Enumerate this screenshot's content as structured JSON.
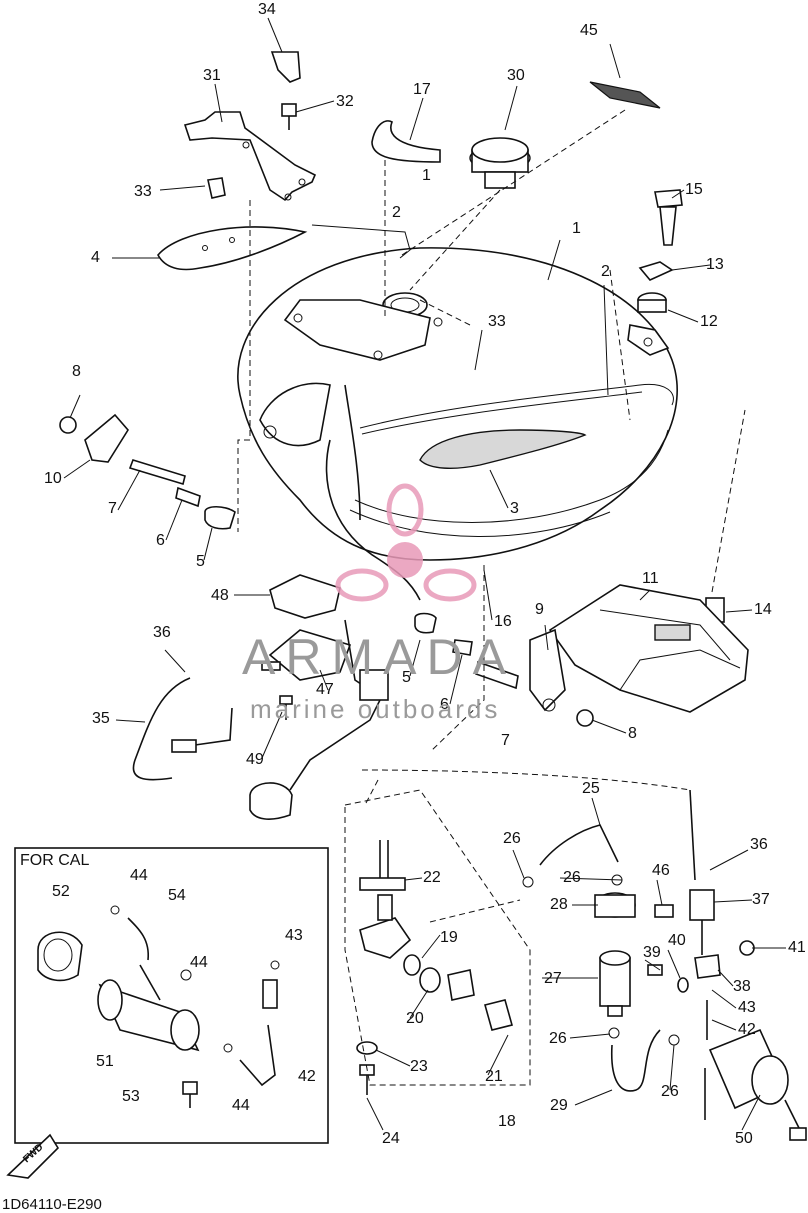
{
  "callouts": [
    {
      "n": "34"
    },
    {
      "n": "31"
    },
    {
      "n": "32"
    },
    {
      "n": "17"
    },
    {
      "n": "30"
    },
    {
      "n": "45"
    },
    {
      "n": "1"
    },
    {
      "n": "2"
    },
    {
      "n": "33"
    },
    {
      "n": "15"
    },
    {
      "n": "4"
    },
    {
      "n": "1"
    },
    {
      "n": "2"
    },
    {
      "n": "13"
    },
    {
      "n": "12"
    },
    {
      "n": "33"
    },
    {
      "n": "8"
    },
    {
      "n": "10"
    },
    {
      "n": "7"
    },
    {
      "n": "6"
    },
    {
      "n": "5"
    },
    {
      "n": "3"
    },
    {
      "n": "11"
    },
    {
      "n": "14"
    },
    {
      "n": "48"
    },
    {
      "n": "36"
    },
    {
      "n": "16"
    },
    {
      "n": "9"
    },
    {
      "n": "5"
    },
    {
      "n": "6"
    },
    {
      "n": "47"
    },
    {
      "n": "35"
    },
    {
      "n": "49"
    },
    {
      "n": "8"
    },
    {
      "n": "7"
    },
    {
      "n": "25"
    },
    {
      "n": "26"
    },
    {
      "n": "36"
    },
    {
      "n": "22"
    },
    {
      "n": "26"
    },
    {
      "n": "46"
    },
    {
      "n": "28"
    },
    {
      "n": "37"
    },
    {
      "n": "19"
    },
    {
      "n": "40"
    },
    {
      "n": "39"
    },
    {
      "n": "41"
    },
    {
      "n": "27"
    },
    {
      "n": "38"
    },
    {
      "n": "20"
    },
    {
      "n": "43"
    },
    {
      "n": "42"
    },
    {
      "n": "26"
    },
    {
      "n": "21"
    },
    {
      "n": "23"
    },
    {
      "n": "26"
    },
    {
      "n": "29"
    },
    {
      "n": "18"
    },
    {
      "n": "24"
    },
    {
      "n": "50"
    }
  ],
  "inset": {
    "title": "FOR CAL",
    "callouts": [
      {
        "n": "44"
      },
      {
        "n": "52"
      },
      {
        "n": "54"
      },
      {
        "n": "44"
      },
      {
        "n": "43"
      },
      {
        "n": "51"
      },
      {
        "n": "42"
      },
      {
        "n": "53"
      },
      {
        "n": "44"
      }
    ]
  },
  "fwd_label": "FWD",
  "drawing_code": "1D64110-E290",
  "watermark": {
    "brand": "ARMADA",
    "tagline": "marine outboards",
    "colors": {
      "logo": "#e89ab8",
      "text": "#9a9a9a"
    }
  }
}
